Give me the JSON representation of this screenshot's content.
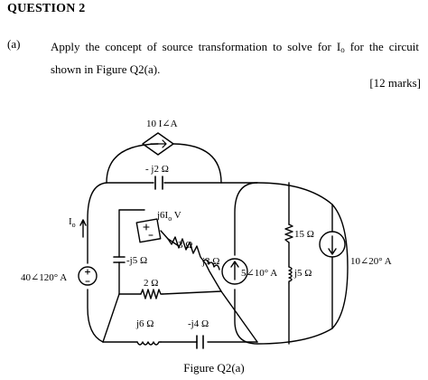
{
  "heading": "QUESTION 2",
  "part": "(a)",
  "text_before_sub": "Apply the concept of source transformation to solve for I",
  "text_sub": "o",
  "text_after_sub": " for the circuit shown in Figure Q2(a).",
  "marks": "[12 marks]",
  "caption": "Figure Q2(a)",
  "circuit": {
    "top_dependent_source": "10 I∠A",
    "top_capacitor": "- j2 Ω",
    "io_label": "I",
    "io_sub": "o",
    "left_source": "40∠120° A",
    "inner_dependent_source": "j6I",
    "inner_dependent_source_sub": "o",
    "inner_dependent_source_unit": " V",
    "capacitor_j5": "-j5 Ω",
    "resistor_3": "3 Ω",
    "inductor_j3": "j3 Ω",
    "resistor_2": "2 Ω",
    "inductor_j6": "j6 Ω",
    "capacitor_j4": "-j4 Ω",
    "middle_source": "5∠10° A",
    "resistor_15": "15 Ω",
    "inductor_j5": "j5 Ω",
    "right_source": "10∠20° A"
  }
}
